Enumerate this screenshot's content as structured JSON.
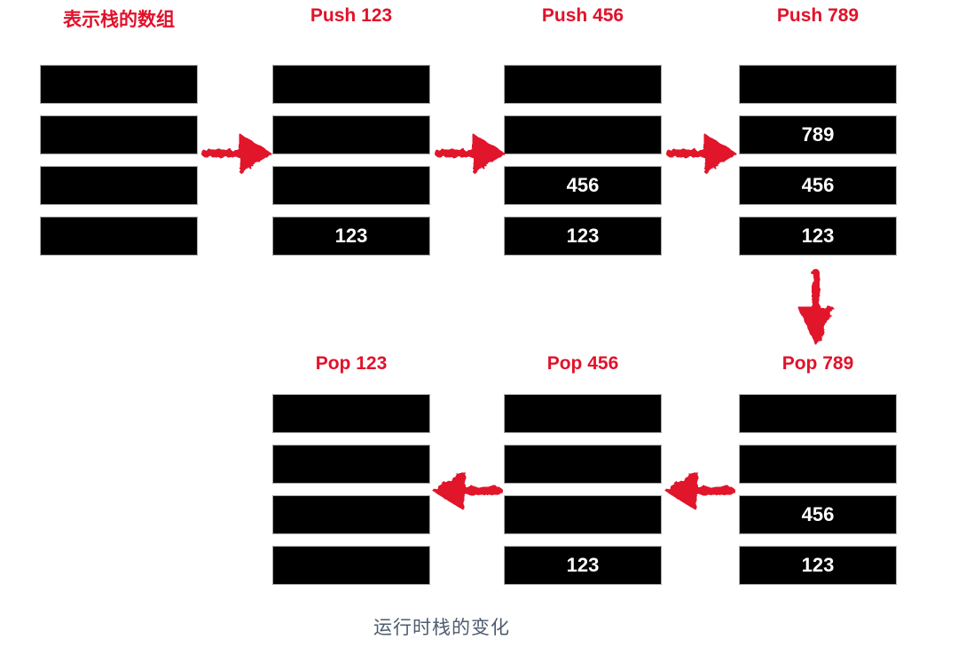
{
  "title": "表示栈的数组",
  "caption": "运行时栈的变化",
  "colors": {
    "accent_red": "#e1122a",
    "bar_fill": "#000000",
    "bar_border": "#a8a8a8",
    "cell_text": "#ffffff",
    "caption_text": "#4d5b6e",
    "background": "#ffffff"
  },
  "stacks": [
    {
      "id": "initial",
      "label": "表示栈的数组",
      "cells": [
        "",
        "",
        "",
        ""
      ]
    },
    {
      "id": "push-123",
      "label": "Push 123",
      "cells": [
        "",
        "",
        "",
        "123"
      ]
    },
    {
      "id": "push-456",
      "label": "Push 456",
      "cells": [
        "",
        "",
        "456",
        "123"
      ]
    },
    {
      "id": "push-789",
      "label": "Push 789",
      "cells": [
        "",
        "789",
        "456",
        "123"
      ]
    },
    {
      "id": "pop-123",
      "label": "Pop 123",
      "cells": [
        "",
        "",
        "",
        ""
      ]
    },
    {
      "id": "pop-456",
      "label": "Pop 456",
      "cells": [
        "",
        "",
        "",
        "123"
      ]
    },
    {
      "id": "pop-789",
      "label": "Pop 789",
      "cells": [
        "",
        "",
        "456",
        "123"
      ]
    }
  ],
  "arrows": [
    {
      "icon": "arrow-right-icon",
      "direction": "right",
      "from": "initial",
      "to": "push-123"
    },
    {
      "icon": "arrow-right-icon",
      "direction": "right",
      "from": "push-123",
      "to": "push-456"
    },
    {
      "icon": "arrow-right-icon",
      "direction": "right",
      "from": "push-456",
      "to": "push-789"
    },
    {
      "icon": "arrow-down-icon",
      "direction": "down",
      "from": "push-789",
      "to": "pop-789"
    },
    {
      "icon": "arrow-left-icon",
      "direction": "left",
      "from": "pop-789",
      "to": "pop-456"
    },
    {
      "icon": "arrow-left-icon",
      "direction": "left",
      "from": "pop-456",
      "to": "pop-123"
    }
  ]
}
